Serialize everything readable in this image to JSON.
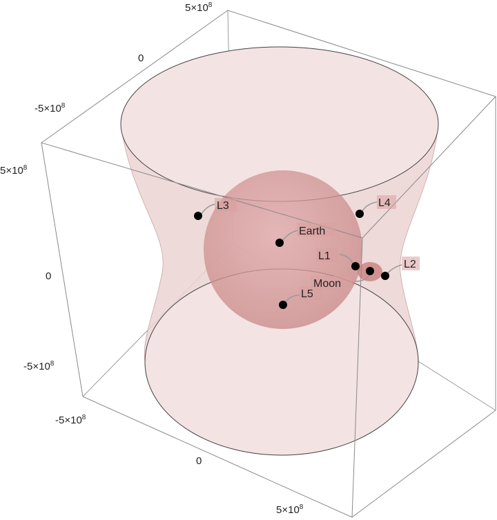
{
  "chart_data": {
    "type": "scatter3d",
    "title": "",
    "points": [
      {
        "name": "Earth"
      },
      {
        "name": "Moon"
      },
      {
        "name": "L1"
      },
      {
        "name": "L2"
      },
      {
        "name": "L3"
      },
      {
        "name": "L4"
      },
      {
        "name": "L5"
      }
    ],
    "surfaces": [
      "hyperboloid",
      "sphere",
      "moon-region"
    ],
    "axes": {
      "x": {
        "range": [
          -500000000,
          500000000
        ],
        "ticks": [
          "-5×10",
          "0",
          "5×10"
        ]
      },
      "y": {
        "range": [
          -500000000,
          500000000
        ],
        "ticks": [
          "-5×10",
          "0",
          "5×10"
        ]
      },
      "z": {
        "range": [
          -500000000,
          500000000
        ],
        "ticks": [
          "-5×10",
          "0",
          "5×10"
        ]
      },
      "exponent": "8"
    },
    "colors": {
      "surface": "#e8c4c4",
      "sphere": "#c97a7a",
      "point": "#000000",
      "box": "#888888"
    }
  }
}
